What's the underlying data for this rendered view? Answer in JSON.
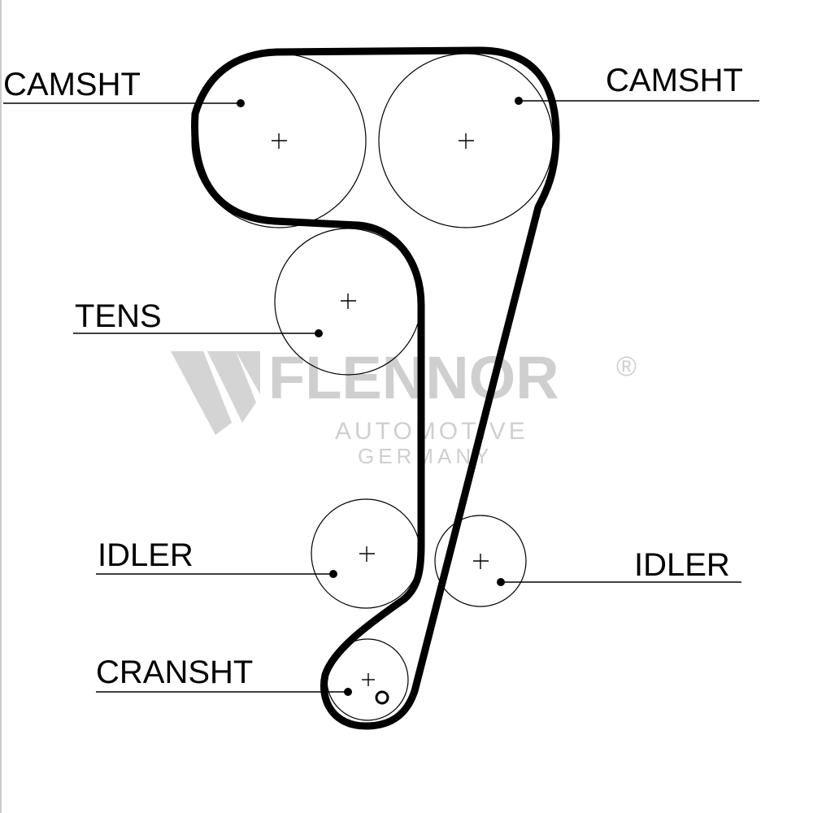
{
  "labels": {
    "camshaft_left": "CAMSHT",
    "camshaft_right": "CAMSHT",
    "tensioner": "TENS",
    "idler_left": "IDLER",
    "idler_right": "IDLER",
    "crankshaft": "CRANSHT"
  },
  "watermark": {
    "brand": "FLENNOR",
    "registered": "®",
    "line1": "AUTOMOTIVE",
    "line2": "GERMANY"
  },
  "colors": {
    "ink": "#000000",
    "watermark": "#cfcfcf",
    "background": "#ffffff"
  }
}
